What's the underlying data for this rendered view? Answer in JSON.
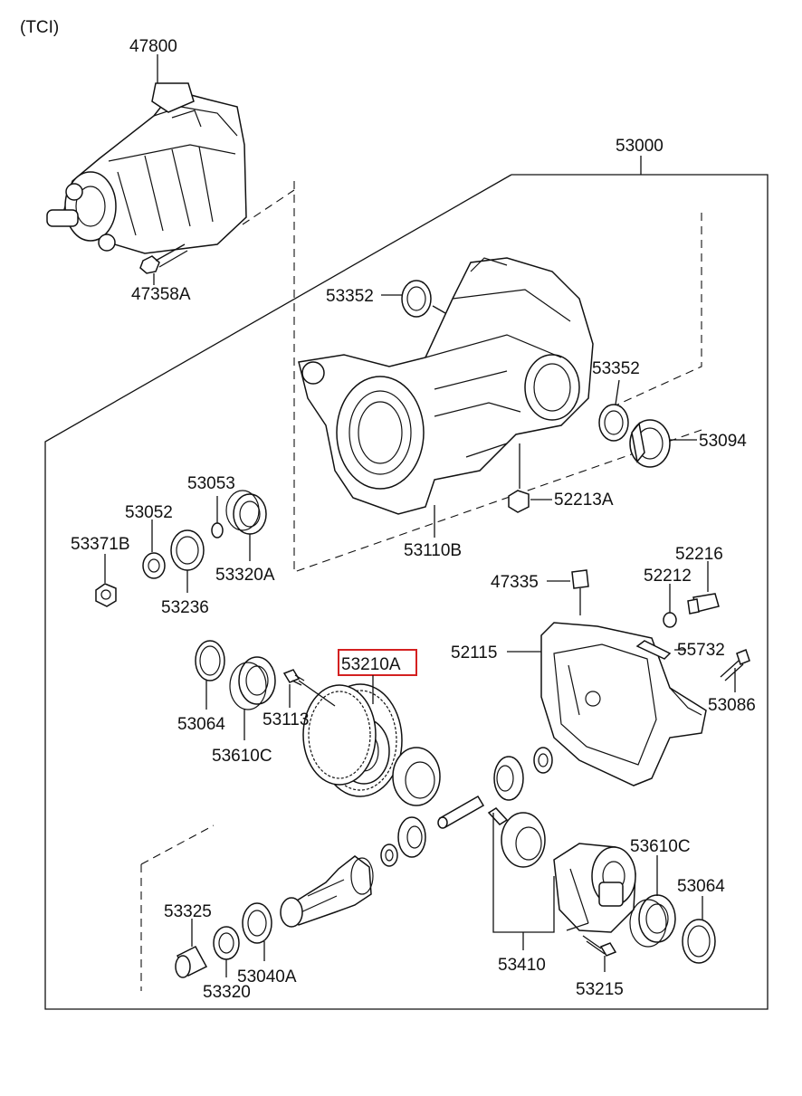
{
  "variant_label": "(TCI)",
  "highlight_color": "#d42020",
  "highlighted_part": "53210A",
  "part_labels": {
    "p47800": "47800",
    "p47358A": "47358A",
    "p53000": "53000",
    "p53352a": "53352",
    "p53352b": "53352",
    "p53094": "53094",
    "p52213A": "52213A",
    "p53110B": "53110B",
    "p53053": "53053",
    "p53052": "53052",
    "p53371B": "53371B",
    "p53320A": "53320A",
    "p53236": "53236",
    "p47335": "47335",
    "p52216": "52216",
    "p52212": "52212",
    "p52115": "52115",
    "p55732": "55732",
    "p53086": "53086",
    "p53210A": "53210A",
    "p53064a": "53064",
    "p53113": "53113",
    "p53610Ca": "53610C",
    "p53610Cb": "53610C",
    "p53064b": "53064",
    "p53325": "53325",
    "p53320": "53320",
    "p53040A": "53040A",
    "p53410": "53410",
    "p53215": "53215"
  }
}
